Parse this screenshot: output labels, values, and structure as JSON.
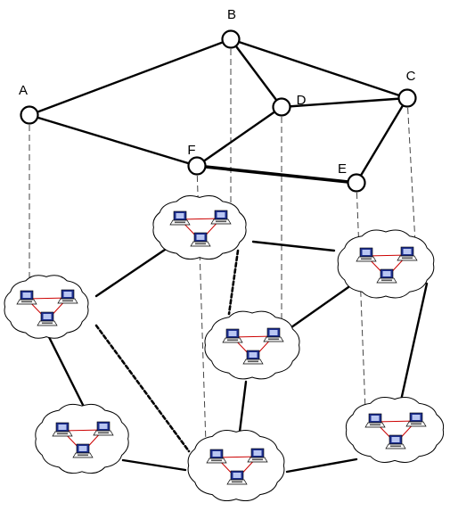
{
  "diagram": {
    "virtual_nodes": [
      {
        "id": "A",
        "label": "A"
      },
      {
        "id": "B",
        "label": "B"
      },
      {
        "id": "C",
        "label": "C"
      },
      {
        "id": "D",
        "label": "D"
      },
      {
        "id": "E",
        "label": "E"
      },
      {
        "id": "F",
        "label": "F"
      }
    ],
    "virtual_links": [
      {
        "from": "A",
        "to": "B"
      },
      {
        "from": "A",
        "to": "F"
      },
      {
        "from": "B",
        "to": "D"
      },
      {
        "from": "B",
        "to": "C"
      },
      {
        "from": "D",
        "to": "C"
      },
      {
        "from": "D",
        "to": "F"
      },
      {
        "from": "F",
        "to": "E",
        "emphasis": "bold"
      },
      {
        "from": "C",
        "to": "E"
      }
    ],
    "clouds": [
      {
        "id": "c1",
        "hosts": 3
      },
      {
        "id": "c2",
        "hosts": 3
      },
      {
        "id": "c3",
        "hosts": 3
      },
      {
        "id": "c4",
        "hosts": 3
      },
      {
        "id": "c5",
        "hosts": 3
      },
      {
        "id": "c6",
        "hosts": 3
      },
      {
        "id": "c7",
        "hosts": 3
      }
    ],
    "physical_links": [
      {
        "from": "c1",
        "to": "c2",
        "style": "solid"
      },
      {
        "from": "c1",
        "to": "c5",
        "style": "solid"
      },
      {
        "from": "c1",
        "to": "c6",
        "style": "dotted"
      },
      {
        "from": "c2",
        "to": "c3",
        "style": "solid"
      },
      {
        "from": "c2",
        "to": "c4",
        "style": "dotted"
      },
      {
        "from": "c3",
        "to": "c4",
        "style": "solid"
      },
      {
        "from": "c3",
        "to": "c7",
        "style": "solid"
      },
      {
        "from": "c4",
        "to": "c6",
        "style": "solid"
      },
      {
        "from": "c5",
        "to": "c6",
        "style": "solid"
      },
      {
        "from": "c6",
        "to": "c7",
        "style": "solid"
      }
    ],
    "mappings": [
      {
        "node": "A",
        "cloud": "c1"
      },
      {
        "node": "B",
        "cloud": "c2"
      },
      {
        "node": "F",
        "cloud": "c6"
      },
      {
        "node": "D",
        "cloud": "c4"
      },
      {
        "node": "C",
        "cloud": "c3"
      },
      {
        "node": "E",
        "cloud": "c7"
      }
    ]
  }
}
